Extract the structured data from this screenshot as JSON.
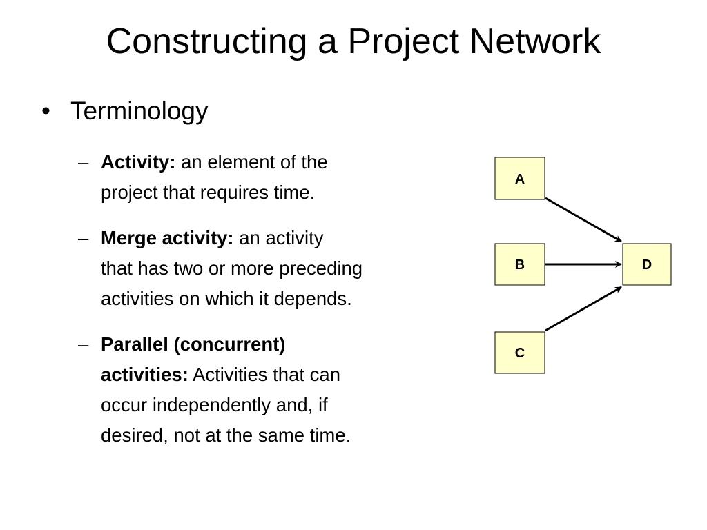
{
  "slide": {
    "title": "Constructing a Project Network",
    "bullet": {
      "text": "Terminology",
      "symbol": "•"
    },
    "sub_items": [
      {
        "dash": "–",
        "term": "Activity:",
        "line1": " an element of the",
        "line2": "project that requires time."
      },
      {
        "dash": "–",
        "term": "Merge activity:",
        "line1": " an activity",
        "line2": "that has two or more preceding",
        "line3": "activities on which it depends."
      },
      {
        "dash": "–",
        "term_line1": "Parallel (concurrent)",
        "term_line2": "activities:",
        "line2": " Activities that can",
        "line3": "occur independently and, if",
        "line4": "desired, not at the same time."
      }
    ]
  },
  "diagram": {
    "node_fill": "#ffffcc",
    "node_stroke": "#000000",
    "nodes": [
      {
        "id": "A",
        "label": "A"
      },
      {
        "id": "B",
        "label": "B"
      },
      {
        "id": "C",
        "label": "C"
      },
      {
        "id": "D",
        "label": "D"
      }
    ],
    "edges": [
      {
        "from": "A",
        "to": "D"
      },
      {
        "from": "B",
        "to": "D"
      },
      {
        "from": "C",
        "to": "D"
      }
    ]
  }
}
